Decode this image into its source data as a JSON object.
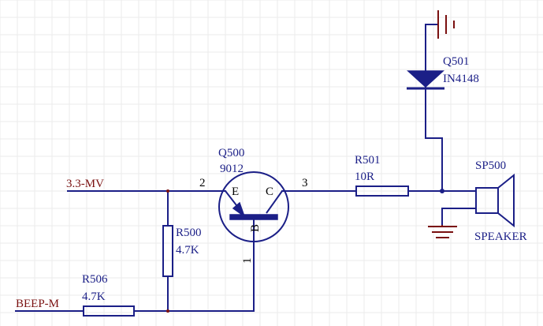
{
  "nets": {
    "vcc": "3.3-MV",
    "beep": "BEEP-M"
  },
  "components": {
    "q500": {
      "ref": "Q500",
      "value": "9012",
      "pin_e": "E",
      "pin_c": "C",
      "pin_b": "B"
    },
    "q501": {
      "ref": "Q501",
      "value": "IN4148"
    },
    "r500": {
      "ref": "R500",
      "value": "4.7K"
    },
    "r501": {
      "ref": "R501",
      "value": "10R"
    },
    "r506": {
      "ref": "R506",
      "value": "4.7K"
    },
    "sp500": {
      "ref": "SP500",
      "value": "SPEAKER"
    }
  },
  "pins": {
    "emitter": "2",
    "collector": "3",
    "base": "1"
  },
  "colors": {
    "wire": "#1b1f87",
    "ground": "#7a1010",
    "grid": "#ebebeb"
  }
}
